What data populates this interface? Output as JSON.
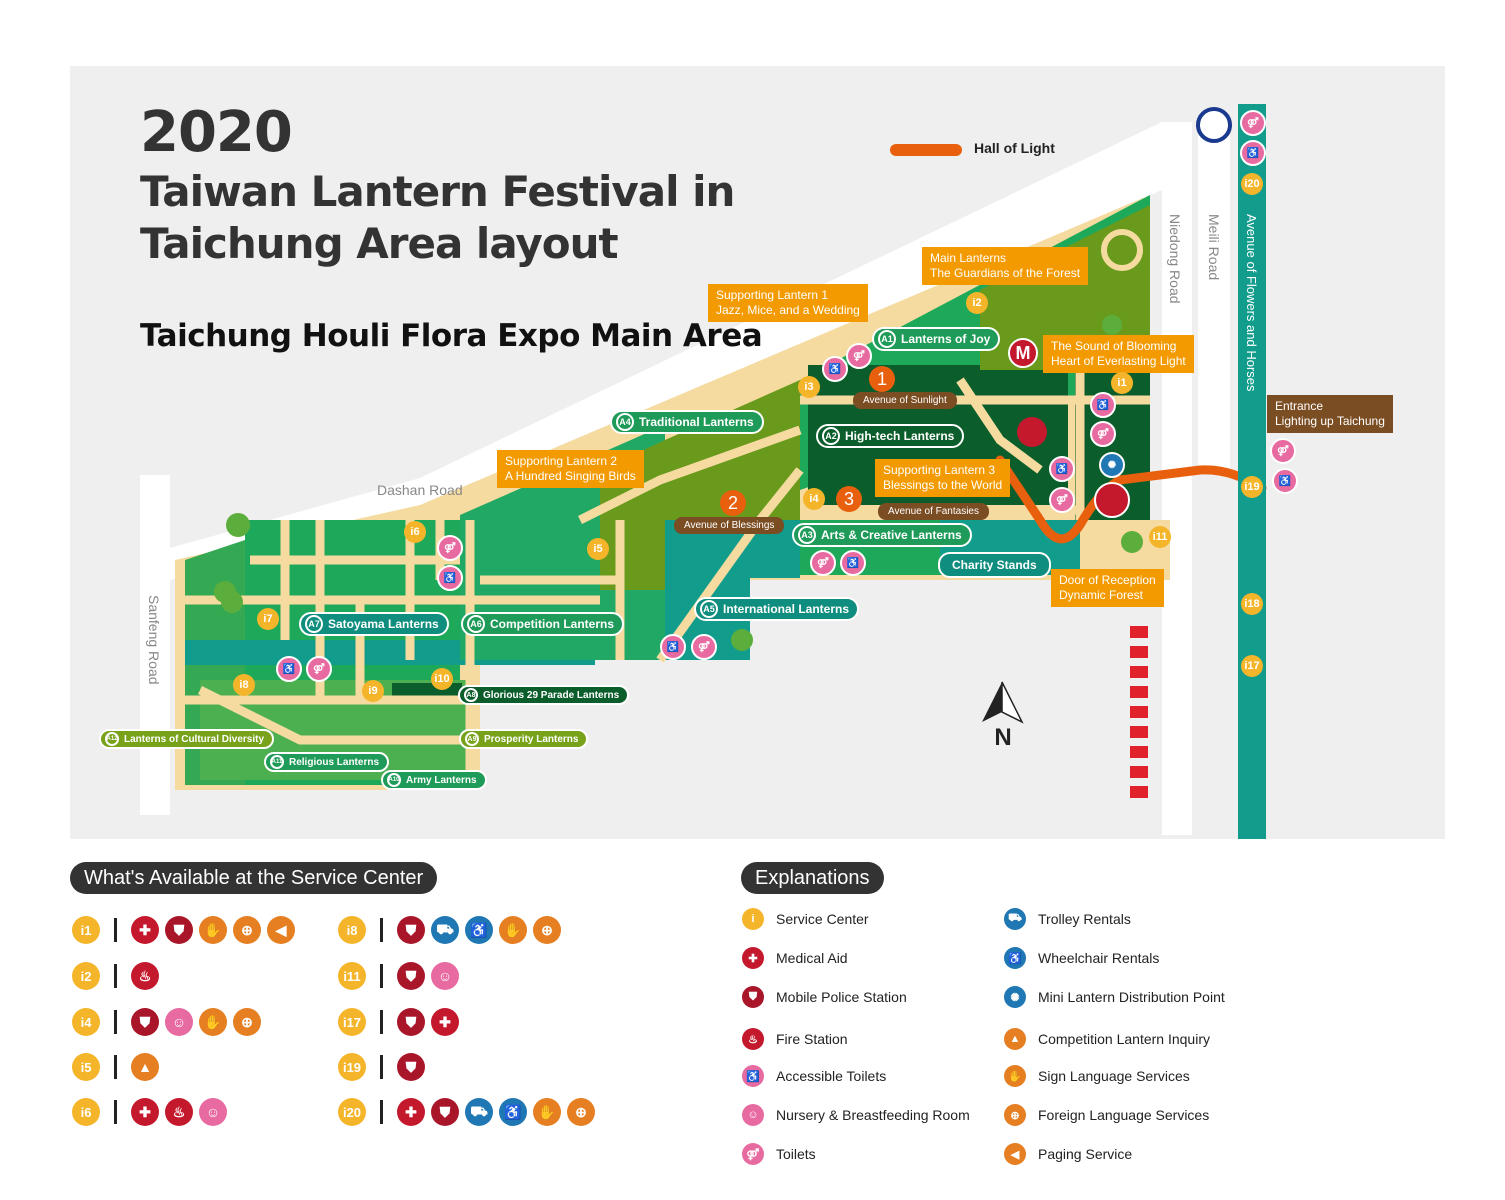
{
  "header": {
    "year": "2020",
    "title": "Taiwan Lantern Festival in Taichung Area layout",
    "subtitle": "Taichung Houli Flora Expo Main Area",
    "hall_of_light": "Hall of Light"
  },
  "roads": {
    "dashan": "Dashan Road",
    "sanfeng": "Sanfeng Road",
    "niedong": "Niedong Road",
    "meili": "Meili Road",
    "avenue": "Avenue of Flowers and Horses"
  },
  "callouts": {
    "main_lanterns": [
      "Main Lanterns",
      "The Guardians of the Forest"
    ],
    "supporting_1": [
      "Supporting Lantern 1",
      "Jazz, Mice, and a Wedding"
    ],
    "sound_blooming": [
      "The Sound of Blooming",
      "Heart of Everlasting Light"
    ],
    "supporting_2": [
      "Supporting Lantern 2",
      "A Hundred Singing Birds"
    ],
    "supporting_3": [
      "Supporting Lantern 3",
      "Blessings to the World"
    ],
    "door_reception": [
      "Door of Reception",
      "Dynamic Forest"
    ],
    "entrance": [
      "Entrance",
      "Lighting up Taichung"
    ]
  },
  "avenues": {
    "sunlight": "Avenue of Sunlight",
    "blessings": "Avenue of Blessings",
    "fantasies": "Avenue of Fantasies"
  },
  "zones": {
    "a1": {
      "code": "A1",
      "name": "Lanterns of Joy"
    },
    "a2": {
      "code": "A2",
      "name": "High-tech Lanterns"
    },
    "a3": {
      "code": "A3",
      "name": "Arts & Creative Lanterns"
    },
    "a4": {
      "code": "A4",
      "name": "Traditional Lanterns"
    },
    "a5": {
      "code": "A5",
      "name": "International Lanterns"
    },
    "a6": {
      "code": "A6",
      "name": "Competition Lanterns"
    },
    "a7": {
      "code": "A7",
      "name": "Satoyama Lanterns"
    },
    "a8": {
      "code": "A8",
      "name": "Glorious 29 Parade Lanterns"
    },
    "a9": {
      "code": "A9",
      "name": "Prosperity Lanterns"
    },
    "a10": {
      "code": "A10",
      "name": "Army Lanterns"
    },
    "a11": {
      "code": "A11",
      "name": "Religious Lanterns"
    },
    "a12": {
      "code": "A12",
      "name": "Lanterns of Cultural Diversity"
    },
    "charity": "Charity Stands"
  },
  "map_markers": {
    "i1": "i1",
    "i2": "i2",
    "i3": "i3",
    "i4": "i4",
    "i5": "i5",
    "i6": "i6",
    "i7": "i7",
    "i8": "i8",
    "i9": "i9",
    "i10": "i10",
    "i11": "i11",
    "i17": "i17",
    "i18": "i18",
    "i19": "i19",
    "i20": "i20",
    "n1": "1",
    "n2": "2",
    "n3": "3",
    "metro": "M",
    "north": "N"
  },
  "service_center": {
    "title": "What's Available at the Service Center",
    "rows": [
      {
        "id": "i1",
        "icons": [
          "medical",
          "police",
          "sign",
          "foreign",
          "paging"
        ]
      },
      {
        "id": "i2",
        "icons": [
          "fire"
        ]
      },
      {
        "id": "i4",
        "icons": [
          "police",
          "nursery",
          "sign",
          "foreign"
        ]
      },
      {
        "id": "i5",
        "icons": [
          "competition"
        ]
      },
      {
        "id": "i6",
        "icons": [
          "medical",
          "fire",
          "nursery"
        ]
      },
      {
        "id": "i8",
        "icons": [
          "police",
          "trolley",
          "wheelchair",
          "sign",
          "foreign"
        ]
      },
      {
        "id": "i11",
        "icons": [
          "police",
          "nursery"
        ]
      },
      {
        "id": "i17",
        "icons": [
          "police",
          "medical"
        ]
      },
      {
        "id": "i19",
        "icons": [
          "police"
        ]
      },
      {
        "id": "i20",
        "icons": [
          "medical",
          "police",
          "trolley",
          "wheelchair",
          "sign",
          "foreign"
        ]
      }
    ]
  },
  "explanations": {
    "title": "Explanations",
    "items": {
      "service": "Service Center",
      "medical": "Medical Aid",
      "police": "Mobile Police Station",
      "fire": "Fire Station",
      "accessible": "Accessible Toilets",
      "nursery": "Nursery & Breastfeeding Room",
      "toilets": "Toilets",
      "trolley": "Trolley Rentals",
      "wheelchair": "Wheelchair Rentals",
      "mini": "Mini Lantern Distribution Point",
      "competition": "Competition Lantern Inquiry",
      "sign": "Sign Language Services",
      "foreign": "Foreign Language Services",
      "paging": "Paging Service"
    }
  },
  "icon_styles": {
    "service": {
      "color": "#f5b52b",
      "glyph": "i"
    },
    "medical": {
      "color": "#c4182d",
      "glyph": "✚"
    },
    "police": {
      "color": "#a9162a",
      "glyph": "⛊"
    },
    "fire": {
      "color": "#c4182d",
      "glyph": "♨"
    },
    "accessible": {
      "color": "#e76aa0",
      "glyph": "♿"
    },
    "nursery": {
      "color": "#e76aa0",
      "glyph": "☺"
    },
    "toilets": {
      "color": "#e76aa0",
      "glyph": "⚤"
    },
    "trolley": {
      "color": "#1f77b4",
      "glyph": "⛟"
    },
    "wheelchair": {
      "color": "#1f77b4",
      "glyph": "♿"
    },
    "mini": {
      "color": "#1f77b4",
      "glyph": "✺"
    },
    "competition": {
      "color": "#e67e22",
      "glyph": "▲"
    },
    "sign": {
      "color": "#e67e22",
      "glyph": "✋"
    },
    "foreign": {
      "color": "#e67e22",
      "glyph": "⊕"
    },
    "paging": {
      "color": "#e67e22",
      "glyph": "◀"
    }
  }
}
